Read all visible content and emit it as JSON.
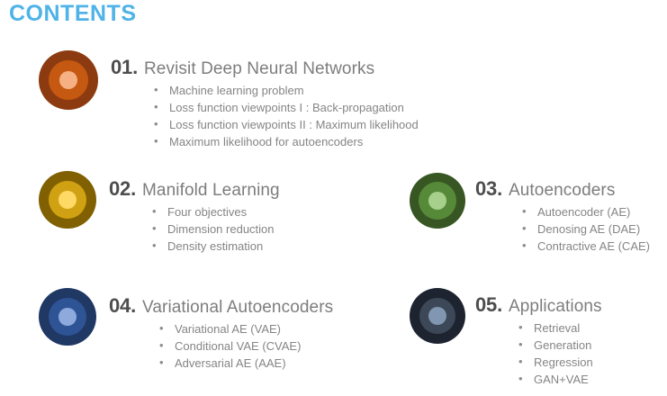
{
  "heading": "CONTENTS",
  "theme": {
    "heading_color": "#4fb3e8",
    "number_color": "#4d4d4d",
    "title_color": "#7d7d7d",
    "bullet_color": "#858585",
    "background": "#ffffff"
  },
  "sections": [
    {
      "number": "01.",
      "title": "Revisit Deep Neural Networks",
      "icon_name": "section-marker-orange",
      "colors": {
        "outer": "#8c3b10",
        "middle": "#c65911",
        "inner": "#f5b183"
      },
      "bullets": [
        "Machine learning problem",
        "Loss function viewpoints I : Back-propagation",
        "Loss function viewpoints II : Maximum likelihood",
        "Maximum likelihood for autoencoders"
      ]
    },
    {
      "number": "02.",
      "title": "Manifold Learning",
      "icon_name": "section-marker-gold",
      "colors": {
        "outer": "#806000",
        "middle": "#d0a213",
        "inner": "#ffd966"
      },
      "bullets": [
        "Four objectives",
        "Dimension reduction",
        "Density estimation"
      ]
    },
    {
      "number": "03.",
      "title": "Autoencoders",
      "icon_name": "section-marker-green",
      "colors": {
        "outer": "#375623",
        "middle": "#568a38",
        "inner": "#a8d08d"
      },
      "bullets": [
        "Autoencoder (AE)",
        "Denosing AE (DAE)",
        "Contractive AE (CAE)"
      ]
    },
    {
      "number": "04.",
      "title": "Variational Autoencoders",
      "icon_name": "section-marker-blue",
      "colors": {
        "outer": "#1f3864",
        "middle": "#2e5496",
        "inner": "#8ea9dc"
      },
      "bullets": [
        "Variational AE (VAE)",
        "Conditional VAE (CVAE)",
        "Adversarial AE (AAE)"
      ]
    },
    {
      "number": "05.",
      "title": "Applications",
      "icon_name": "section-marker-charcoal",
      "colors": {
        "outer": "#1d2430",
        "middle": "#3c4858",
        "inner": "#8196b0"
      },
      "bullets": [
        "Retrieval",
        "Generation",
        "Regression",
        "GAN+VAE"
      ]
    }
  ]
}
